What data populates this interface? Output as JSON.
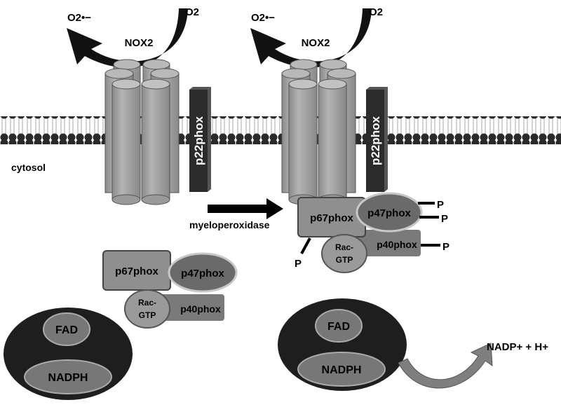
{
  "left_complex": {
    "nox2_label": "NOX2",
    "superoxide_label": "O2•−",
    "oxygen_label": "O2",
    "p22_label": "p22phox",
    "cytosol_label": "cytosol"
  },
  "right_complex": {
    "nox2_label": "NOX2",
    "superoxide_label": "O2•−",
    "oxygen_label": "O2",
    "p22_label": "p22phox"
  },
  "activation": {
    "arrow_label": "myeloperoxidase"
  },
  "resting_cytosolic": {
    "p67_label": "p67phox",
    "p47_label": "p47phox",
    "rac_label_line1": "Rac-",
    "rac_label_line2": "GTP",
    "p40_label": "p40phox",
    "fad_label": "FAD",
    "nadph_label": "NADPH"
  },
  "assembled_cytosolic": {
    "p67_label": "p67phox",
    "p47_label": "p47phox",
    "rac_label_line1": "Rac-",
    "rac_label_line2": "GTP",
    "p40_label": "p40phox",
    "phospho_label": "P",
    "fad_label": "FAD",
    "nadph_label": "NADPH",
    "product_label": "NADP+ + H+"
  }
}
